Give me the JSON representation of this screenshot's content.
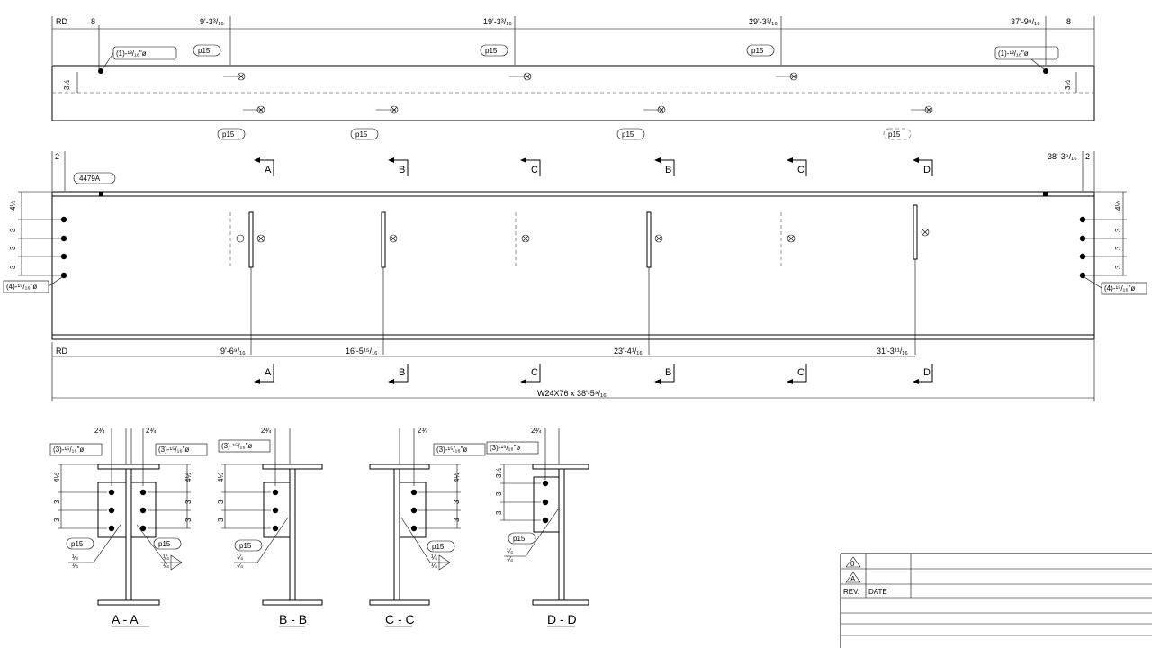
{
  "top_view": {
    "rd_label": "RD",
    "left_end_dim": "8",
    "right_end_dim": "8",
    "stations": [
      "9'-3³/₁₆",
      "19'-3³/₁₆",
      "29'-3³/₁₆",
      "37'-9⁹/₁₆"
    ],
    "hole_callout_left": "(1)-¹³/₁₆\"ø",
    "hole_callout_right": "(1)-¹³/₁₆\"ø",
    "gauge_left": "3½",
    "gauge_right": "3½",
    "plate_tag": "p15"
  },
  "elevation": {
    "end_dim_left": "2",
    "end_dim_right": "2",
    "right_station": "38'-3⁹/₁₆",
    "piece_mark": "4479A",
    "section_marks": [
      "A",
      "B",
      "C",
      "B",
      "C",
      "D"
    ],
    "bolt_spacing": [
      "4½",
      "3",
      "3",
      "3"
    ],
    "hole_callout_left": "(4)-¹⁵/₁₆\"ø",
    "hole_callout_right": "(4)-¹⁵/₁₆\"ø",
    "rd_label": "RD",
    "bottom_dims": [
      "9'-6⁹/₁₆",
      "16'-5¹⁵/₁₆",
      "23'-4¹/₁₆",
      "31'-3¹¹/₁₆"
    ],
    "member_label": "W24X76 x 38'-5⁹/₁₆"
  },
  "sections": [
    {
      "title": "A - A",
      "dim": "2¾",
      "callout": "(3)-¹⁵/₁₆\"ø",
      "tag": "p15",
      "weld_top": "¼",
      "weld_bottom": "¼"
    },
    {
      "title": "B - B",
      "dim": "2¾",
      "callout": "(3)-¹⁵/₁₆\"ø",
      "tag": "p15",
      "weld_top": "¼",
      "weld_bottom": "¼"
    },
    {
      "title": "C - C",
      "dim": "2¾",
      "callout": "(3)-¹⁵/₁₆\"ø",
      "tag": "p15",
      "weld_top": "¼",
      "weld_bottom": "¼"
    },
    {
      "title": "D - D",
      "dim": "2¾",
      "callout": "(3)-¹⁵/₁₆\"ø",
      "tag": "p15",
      "weld_top": "¼",
      "weld_bottom": "¼"
    }
  ],
  "section_dims": {
    "first": "4½",
    "mid": "3",
    "last": "3",
    "d_first": "3½"
  },
  "title_block": {
    "rev_0": "0",
    "rev_a": "A",
    "col_rev": "REV.",
    "col_date": "DATE"
  }
}
